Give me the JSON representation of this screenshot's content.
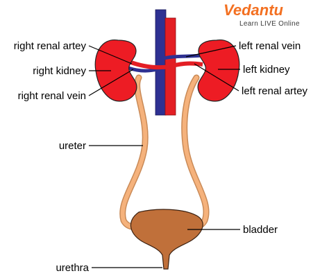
{
  "brand": {
    "name": "Vedantu",
    "tagline": "Learn LIVE Online",
    "color": "#f37021"
  },
  "labels": {
    "right_renal_artery": "right renal artey",
    "right_kidney": "right kidney",
    "right_renal_vein": "right renal vein",
    "left_renal_vein": "left renal vein",
    "left_kidney": "left kidney",
    "left_renal_artery": "left renal artey",
    "ureter": "ureter",
    "bladder": "bladder",
    "urethra": "urethra"
  },
  "colors": {
    "kidney": "#ed1c24",
    "kidney_outline": "#222222",
    "artery": "#ec1c24",
    "vein": "#2e3192",
    "ureter": "#f5b27c",
    "bladder": "#c0703a"
  }
}
